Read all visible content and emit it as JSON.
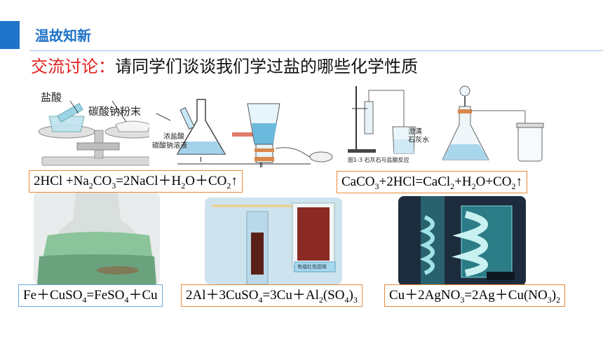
{
  "header": {
    "title": "温故知新"
  },
  "discussion": {
    "label": "交流讨论",
    "separator": "：",
    "prompt": "请同学们谈谈我们学过盐的哪些化学性质"
  },
  "illustrations": {
    "balance": {
      "label_acid": "盐酸",
      "label_powder": "碳酸钠粉末"
    },
    "flask": {
      "label_conc_hcl": "浓盐酸",
      "label_solution": "碳酸钠溶液",
      "label_I": "Ⅰ",
      "label_II": "Ⅱ"
    },
    "limestone": {
      "label_limewater_1": "澄清",
      "label_limewater_2": "石灰水",
      "caption": "图1-3  石灰石与盐酸反应"
    },
    "photo_al": {
      "tag": "有组红色固体"
    }
  },
  "equations": {
    "na2co3": {
      "a": "2HCl +Na",
      "s1": "2",
      "b": "CO",
      "s2": "3",
      "c": "=2NaCl＋H",
      "s3": "2",
      "d": "O＋CO",
      "s4": "2",
      "e": "↑"
    },
    "caco3": {
      "a": "CaCO",
      "s1": "3",
      "b": "+2HCl=CaCl",
      "s2": "2",
      "c": "+H",
      "s3": "2",
      "d": "O+CO",
      "s4": "2",
      "e": "↑"
    },
    "fe": {
      "a": "Fe＋CuSO",
      "s1": "4",
      "b": "=FeSO",
      "s2": "4",
      "c": "＋Cu"
    },
    "al": {
      "a": "2Al＋3CuSO",
      "s1": "4",
      "b": "=3Cu＋Al",
      "s2": "2",
      "c": "(SO",
      "s3": "4",
      "d": ")",
      "s4": "3"
    },
    "cu": {
      "a": "Cu＋2AgNO",
      "s1": "3",
      "b": "=2Ag＋Cu(NO",
      "s2": "3",
      "c": ")",
      "s3": "2"
    }
  }
}
